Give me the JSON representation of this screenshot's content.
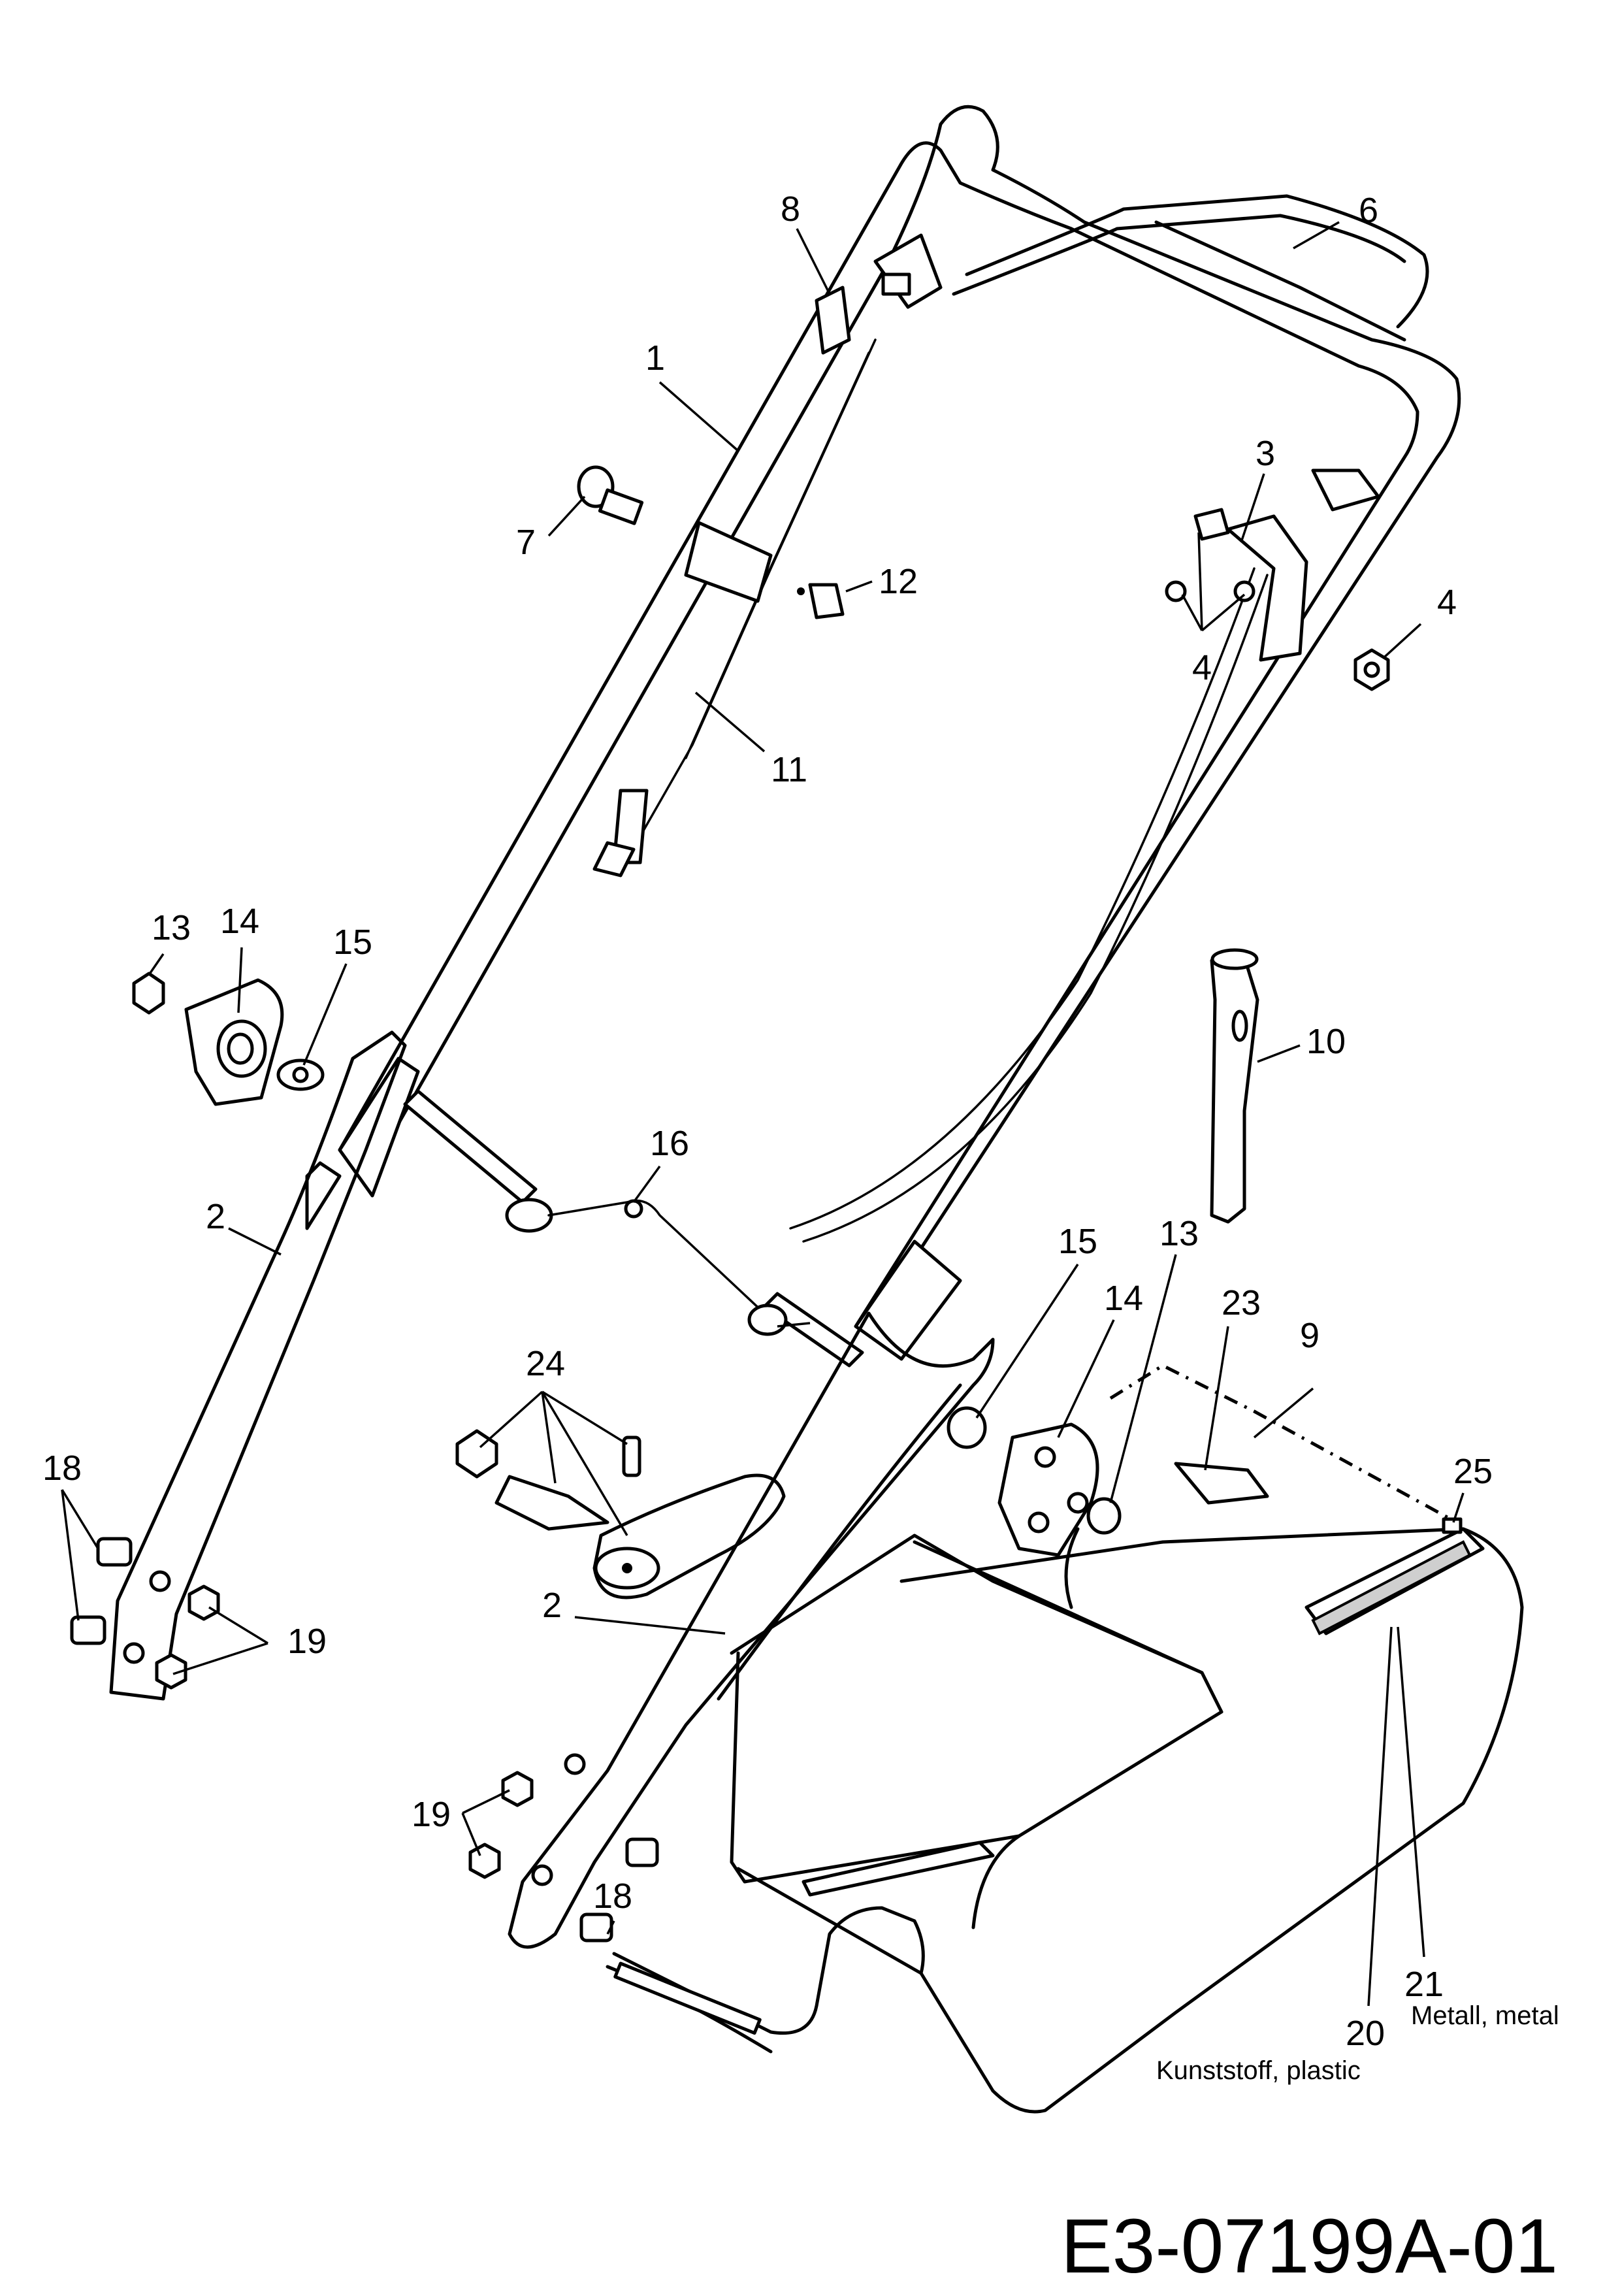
{
  "drawing_reference": "E3-07199A-01",
  "notes": {
    "part_20": "Kunststoff, plastic",
    "part_21": "Metall, metal"
  },
  "callouts": [
    {
      "id": "c1",
      "label": "1"
    },
    {
      "id": "c2a",
      "label": "2"
    },
    {
      "id": "c2b",
      "label": "2"
    },
    {
      "id": "c3",
      "label": "3"
    },
    {
      "id": "c4a",
      "label": "4"
    },
    {
      "id": "c4b",
      "label": "4"
    },
    {
      "id": "c6",
      "label": "6"
    },
    {
      "id": "c7",
      "label": "7"
    },
    {
      "id": "c8",
      "label": "8"
    },
    {
      "id": "c9",
      "label": "9"
    },
    {
      "id": "c10",
      "label": "10"
    },
    {
      "id": "c11",
      "label": "11"
    },
    {
      "id": "c12",
      "label": "12"
    },
    {
      "id": "c13a",
      "label": "13"
    },
    {
      "id": "c13b",
      "label": "13"
    },
    {
      "id": "c14a",
      "label": "14"
    },
    {
      "id": "c14b",
      "label": "14"
    },
    {
      "id": "c15a",
      "label": "15"
    },
    {
      "id": "c15b",
      "label": "15"
    },
    {
      "id": "c16",
      "label": "16"
    },
    {
      "id": "c18a",
      "label": "18"
    },
    {
      "id": "c18b",
      "label": "18"
    },
    {
      "id": "c19a",
      "label": "19"
    },
    {
      "id": "c19b",
      "label": "19"
    },
    {
      "id": "c20",
      "label": "20"
    },
    {
      "id": "c21",
      "label": "21"
    },
    {
      "id": "c23",
      "label": "23"
    },
    {
      "id": "c24",
      "label": "24"
    },
    {
      "id": "c25",
      "label": "25"
    }
  ]
}
